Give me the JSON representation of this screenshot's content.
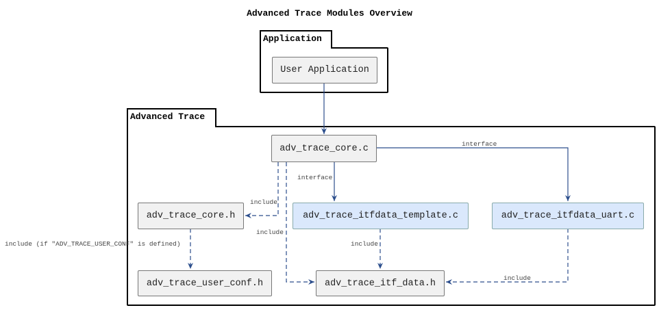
{
  "title": "Advanced Trace Modules Overview",
  "packages": {
    "application": "Application",
    "advanced_trace": "Advanced Trace"
  },
  "nodes": {
    "user_app": "User Application",
    "core_c": "adv_trace_core.c",
    "core_h": "adv_trace_core.h",
    "template_c": "adv_trace_itfdata_template.c",
    "uart_c": "adv_trace_itfdata_uart.c",
    "user_conf_h": "adv_trace_user_conf.h",
    "itf_data_h": "adv_trace_itf_data.h"
  },
  "edge_labels": {
    "core_to_uart": "interface",
    "core_to_template": "interface",
    "core_to_core_h": "include",
    "core_to_itf_data": "include",
    "core_h_to_user_conf": "include (if \"ADV_TRACE_USER_CONF\" is defined)",
    "template_to_itf_data": "include",
    "uart_to_itf_data": "include"
  },
  "colors": {
    "edge": "#2c4e8c",
    "node_fill": "#f1f1f1",
    "highlight_fill": "#dae8fc"
  }
}
